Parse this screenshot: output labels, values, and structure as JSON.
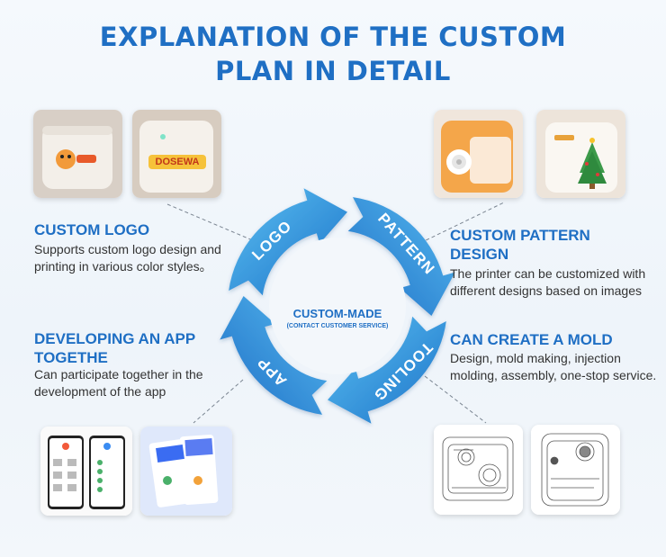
{
  "title": {
    "line1": "EXPLANATION OF THE CUSTOM",
    "line2": "PLAN IN DETAIL"
  },
  "sections": {
    "logo": {
      "heading": "CUSTOM LOGO",
      "body": "Supports custom logo design and printing in various color styles。"
    },
    "pattern": {
      "heading": "CUSTOM PATTERN DESIGN",
      "body": "The printer can be customized with different designs based on images"
    },
    "app": {
      "heading": "DEVELOPING AN APP TOGETHE",
      "body": "Can participate together in the development of the app"
    },
    "mold": {
      "heading": "CAN CREATE A MOLD",
      "body": "Design, mold making, injection molding, assembly, one-stop service."
    }
  },
  "cycle": {
    "center_main": "CUSTOM-MADE",
    "center_sub": "(CONTACT CUSTOMER SERVICE)",
    "segments": [
      "LOGO",
      "PATTERN",
      "TOOLING",
      "APP"
    ]
  },
  "printer_labels": {
    "dosewa": "DOSEWA"
  },
  "colors": {
    "primary": "#1f6fc4",
    "arrow_light": "#4fb0ec",
    "arrow_dark": "#1565c0"
  }
}
